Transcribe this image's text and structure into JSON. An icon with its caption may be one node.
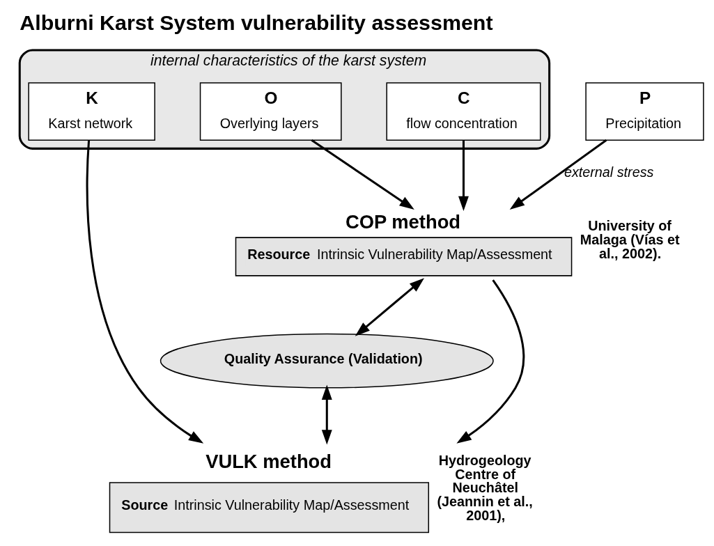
{
  "diagram": {
    "title": "Alburni Karst System vulnerability assessment",
    "nodes": [
      {
        "text": [
          "internal characteristics of the karst system"
        ]
      },
      {
        "text": [
          "C",
          "flow concentration"
        ],
        "in": 0
      },
      {
        "text": [
          "O",
          "Overlying layers"
        ],
        "in": 0
      },
      {
        "text": [
          "K",
          "Karst network"
        ],
        "in": 0
      },
      {
        "text": [
          "P",
          "Precipitation"
        ]
      },
      {
        "text": [
          "COP method",
          "**Resource** Intrinsic Vulnerability Map/Assessment"
        ],
        "beside": [
          "University of Malaga (Vías et al., 2002)."
        ]
      },
      {
        "text": [
          "VULK method",
          "**Source** Intrinsic Vulnerability Map/Assessment"
        ],
        "beside": [
          "Hydrogeology Centre of Neuchâtel (Jeannin et al., 2001),"
        ]
      },
      {
        "text": [
          "Quality Assurance (Validation)"
        ]
      }
    ],
    "edges": [
      {
        "from": 1,
        "to": 5,
        "arrow": "to"
      },
      {
        "from": 2,
        "to": 5,
        "arrow": "to"
      },
      {
        "from": 4,
        "to": 5,
        "arrow": "to",
        "label": "external stress"
      },
      {
        "from": 3,
        "to": 6,
        "arrow": "to"
      },
      {
        "from": 5,
        "to": 6,
        "arrow": "to"
      },
      {
        "from": 5,
        "to": 7,
        "arrow": "both"
      },
      {
        "from": 7,
        "to": 6,
        "arrow": "both"
      }
    ]
  }
}
